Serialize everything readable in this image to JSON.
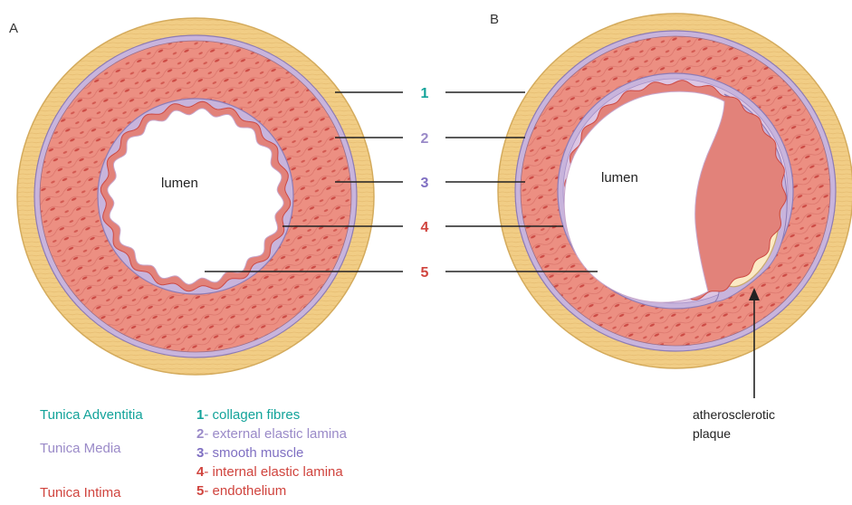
{
  "panels": {
    "a": {
      "letter": "A",
      "lumen_label": "lumen"
    },
    "b": {
      "letter": "B",
      "lumen_label": "lumen",
      "plaque_label_line1": "atherosclerotic",
      "plaque_label_line2": "plaque"
    }
  },
  "callouts": [
    {
      "number": "1",
      "color": "#13a39a"
    },
    {
      "number": "2",
      "color": "#9a8ac8"
    },
    {
      "number": "3",
      "color": "#7f6fc2"
    },
    {
      "number": "4",
      "color": "#d0443e"
    },
    {
      "number": "5",
      "color": "#d0443e"
    }
  ],
  "legend": {
    "layers": [
      {
        "name": "Tunica Adventitia",
        "color": "#13a39a"
      },
      {
        "name": "Tunica Media",
        "color": "#9a8ac8"
      },
      {
        "name": "Tunica Intima",
        "color": "#d0443e"
      }
    ],
    "key": [
      {
        "number": "1",
        "text": "- collagen fibres",
        "color": "#13a39a"
      },
      {
        "number": "2",
        "text": "- external elastic lamina",
        "color": "#9a8ac8"
      },
      {
        "number": "3",
        "text": "- smooth muscle",
        "color": "#7f6fc2"
      },
      {
        "number": "4",
        "text": "- internal elastic lamina",
        "color": "#d0443e"
      },
      {
        "number": "5",
        "text": "- endothelium",
        "color": "#d0443e"
      }
    ]
  },
  "colors": {
    "adventitia": "#f1cd85",
    "adventitia_edge": "#d4ab5d",
    "elastic_lamina": "#c8b4dc",
    "lamina_edge": "#8d7bb5",
    "smooth_muscle": "#ec8f82",
    "muscle_nuclei": "#cc4a44",
    "plaque": "#fbe9c4",
    "plaque_edge": "#c9a96a",
    "lumen": "#ffffff",
    "leader_line": "#222222"
  }
}
